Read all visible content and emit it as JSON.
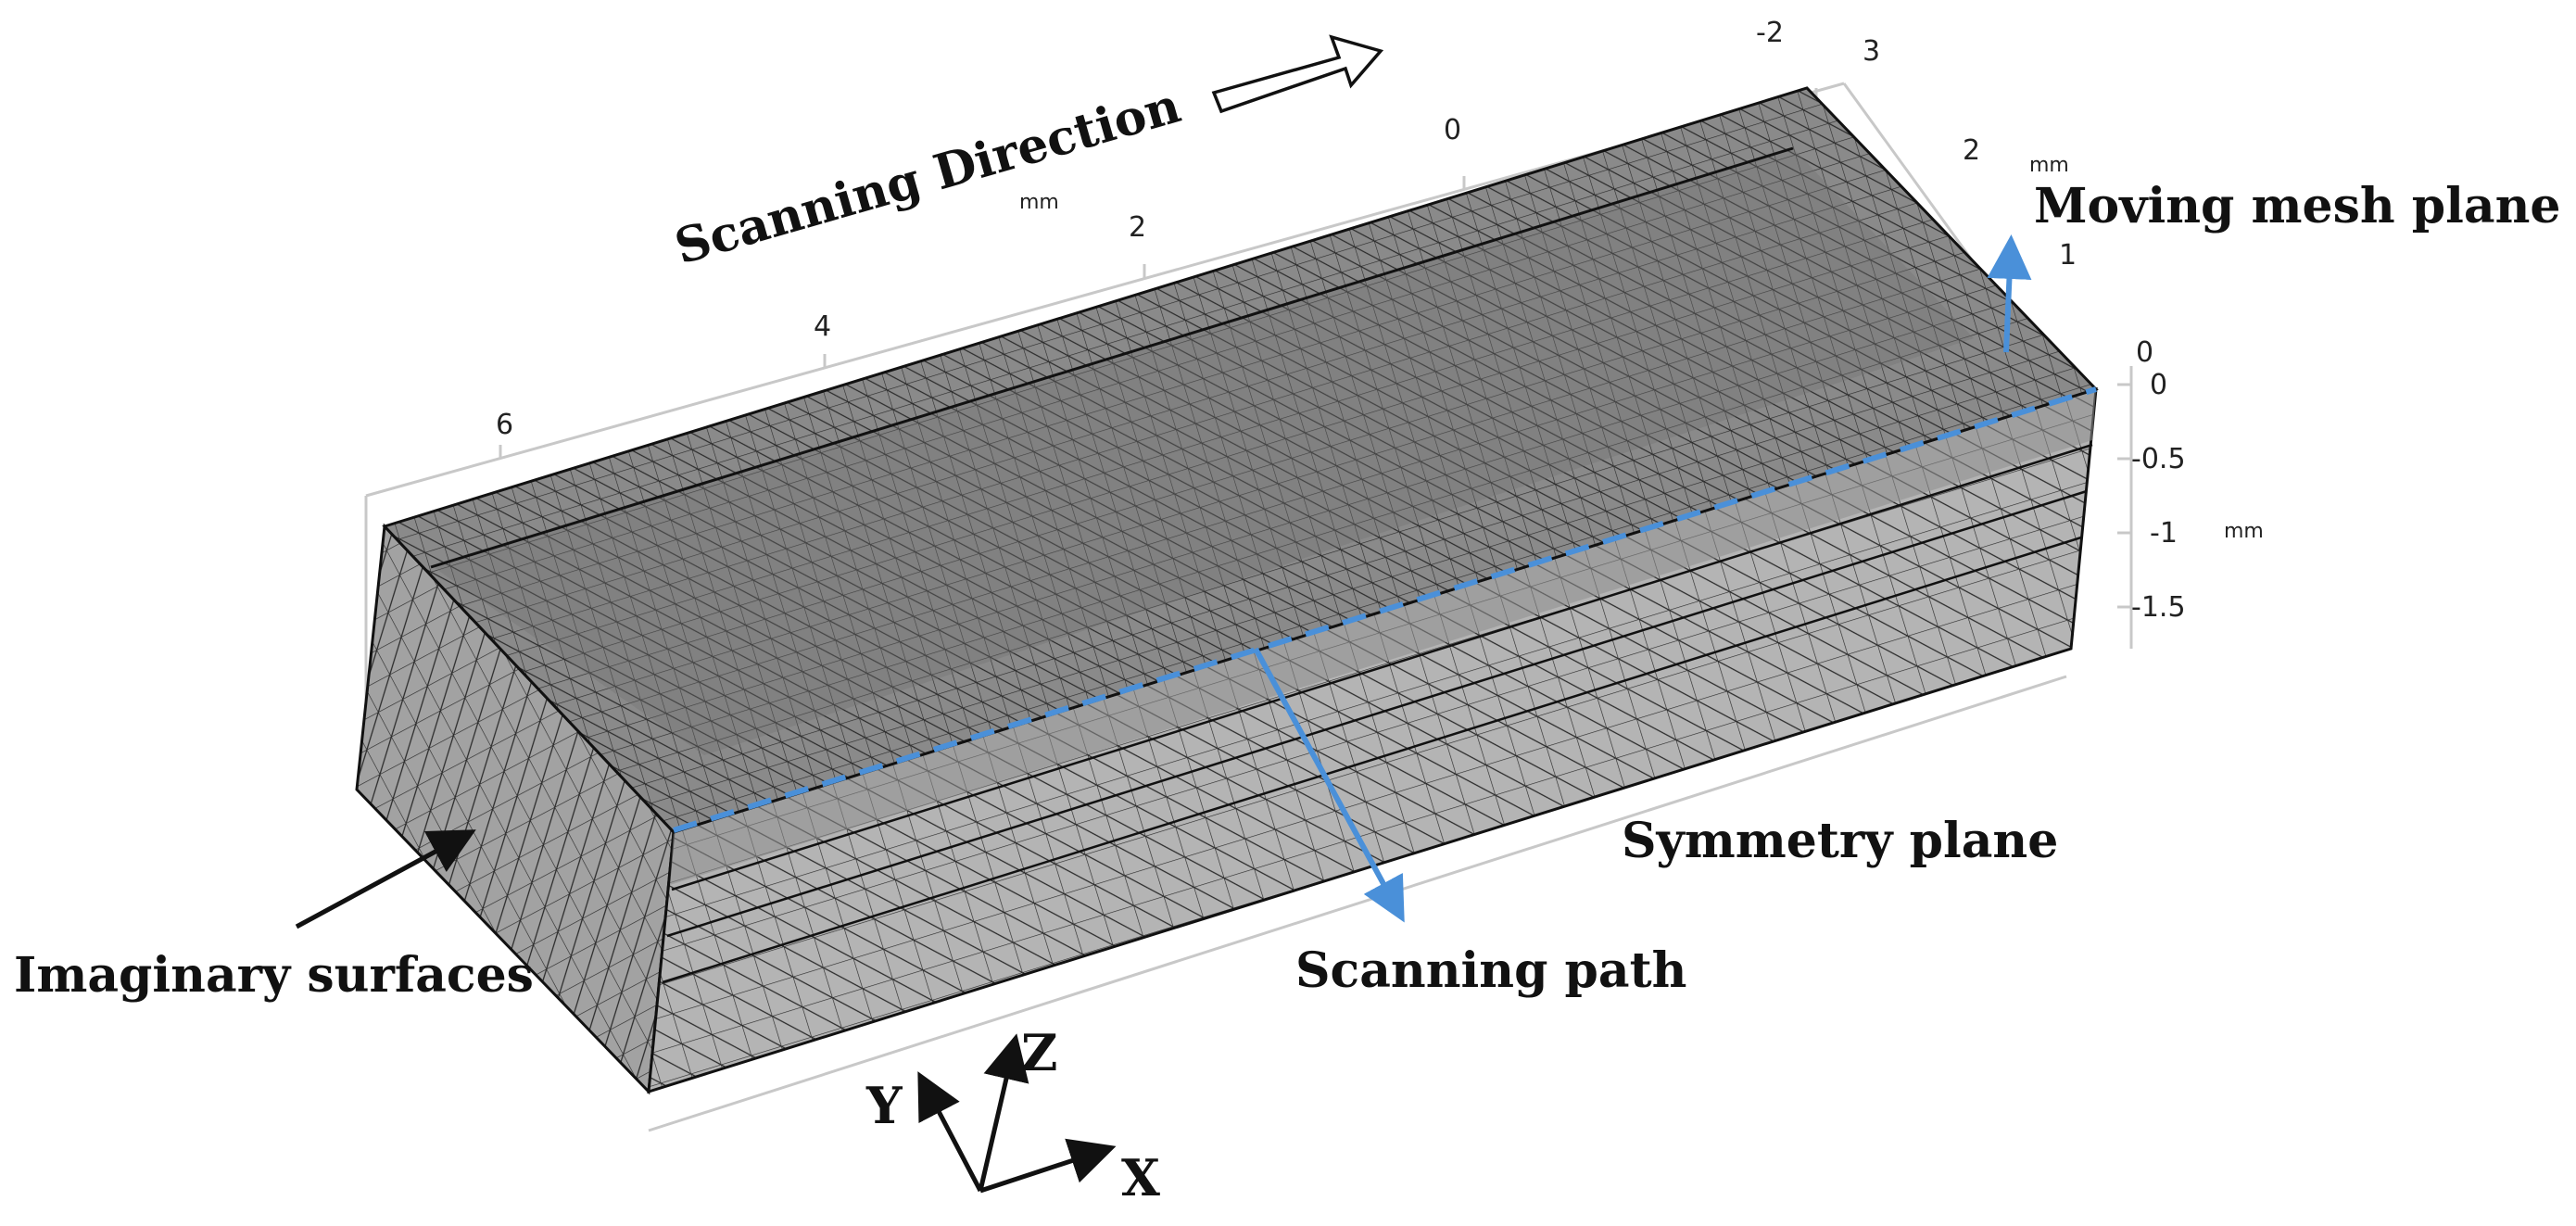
{
  "labels": {
    "scanning_direction": "Scanning Direction",
    "moving_mesh_plane": "Moving mesh plane",
    "symmetry_plane": "Symmetry plane",
    "scanning_path": "Scanning path",
    "imaginary_surfaces": "Imaginary surfaces"
  },
  "axis_x": {
    "unit": "mm",
    "ticks": [
      "-2",
      "0",
      "2",
      "4",
      "6"
    ]
  },
  "axis_y": {
    "unit": "mm",
    "ticks": [
      "3",
      "2",
      "1",
      "0"
    ]
  },
  "axis_z": {
    "unit": "mm",
    "ticks": [
      "0",
      "-0.5",
      "-1",
      "-1.5"
    ]
  },
  "triad": {
    "x": "X",
    "y": "Y",
    "z": "Z"
  },
  "colors": {
    "path_blue": "#4a90d9",
    "top_mesh": "#8a8a8a",
    "front_mesh": "#b4b4b4",
    "side_mesh": "#a2a2a2",
    "mesh_line": "#2a2a2a"
  }
}
